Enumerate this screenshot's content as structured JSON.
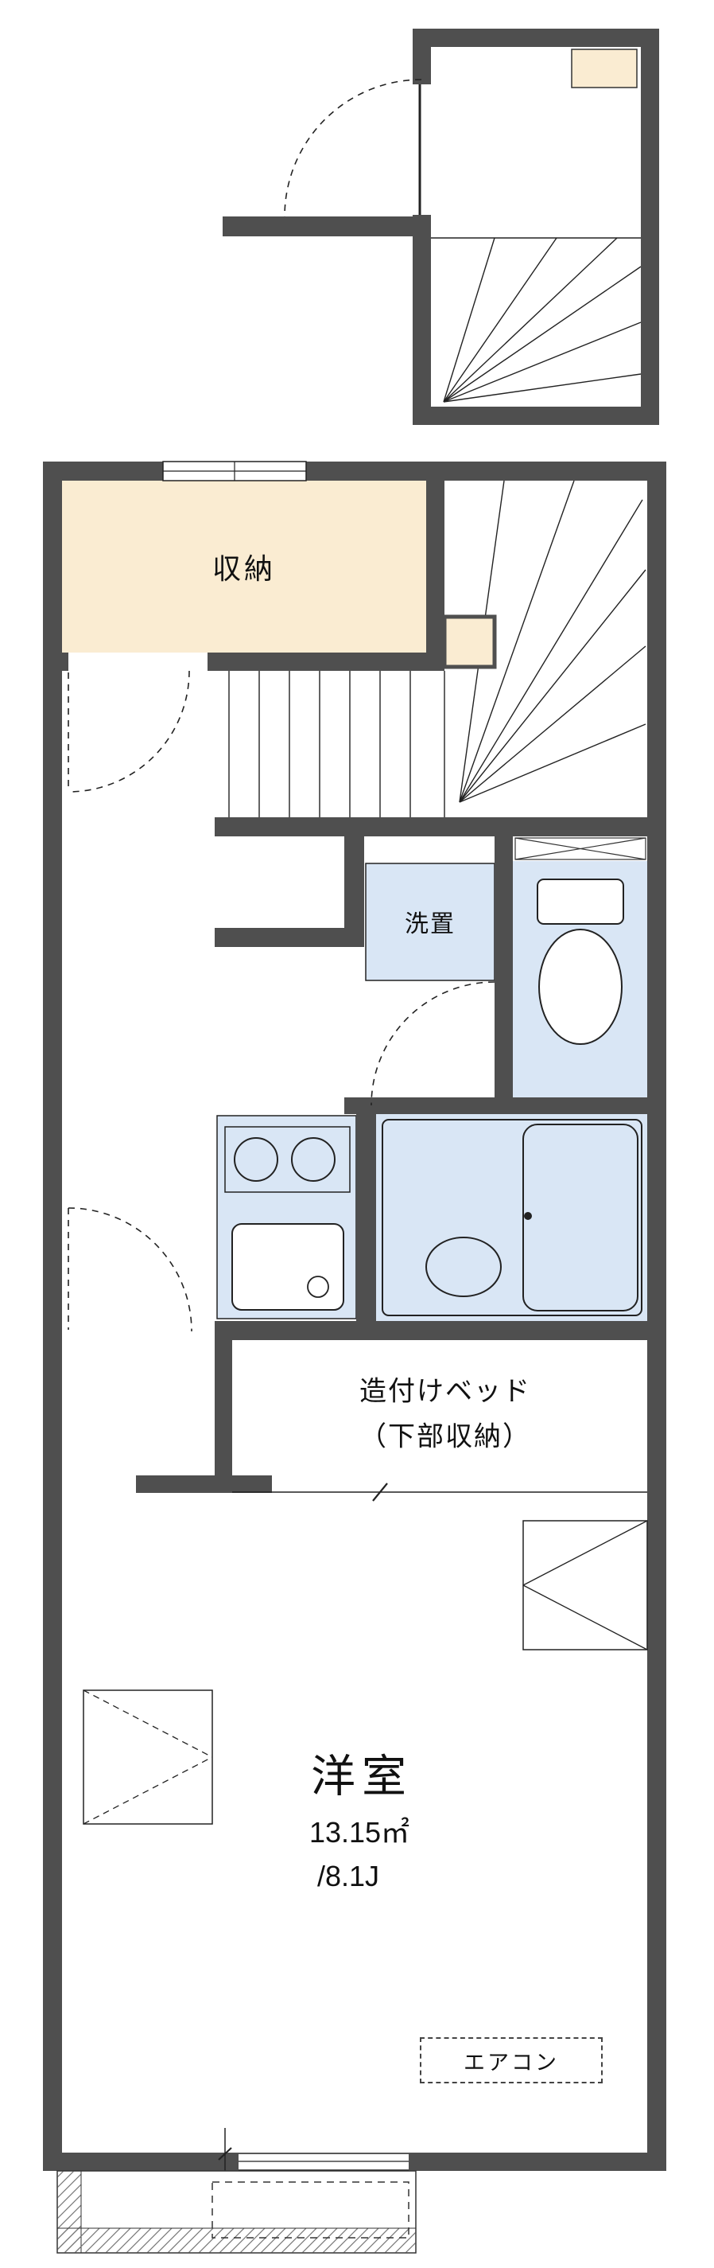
{
  "floorplan": {
    "labels": {
      "storage": "収納",
      "washer": "洗置",
      "bed_line1": "造付けベッド",
      "bed_line2": "（下部収納）",
      "room_name": "洋室",
      "room_area": "13.15㎡",
      "room_tatami": "/8.1J",
      "aircon": "エアコン"
    },
    "colors": {
      "wall": "#4f4f4f",
      "storage_fill": "#faecd2",
      "wet_area_fill": "#d9e6f5",
      "line": "#222222",
      "background": "#ffffff"
    }
  }
}
